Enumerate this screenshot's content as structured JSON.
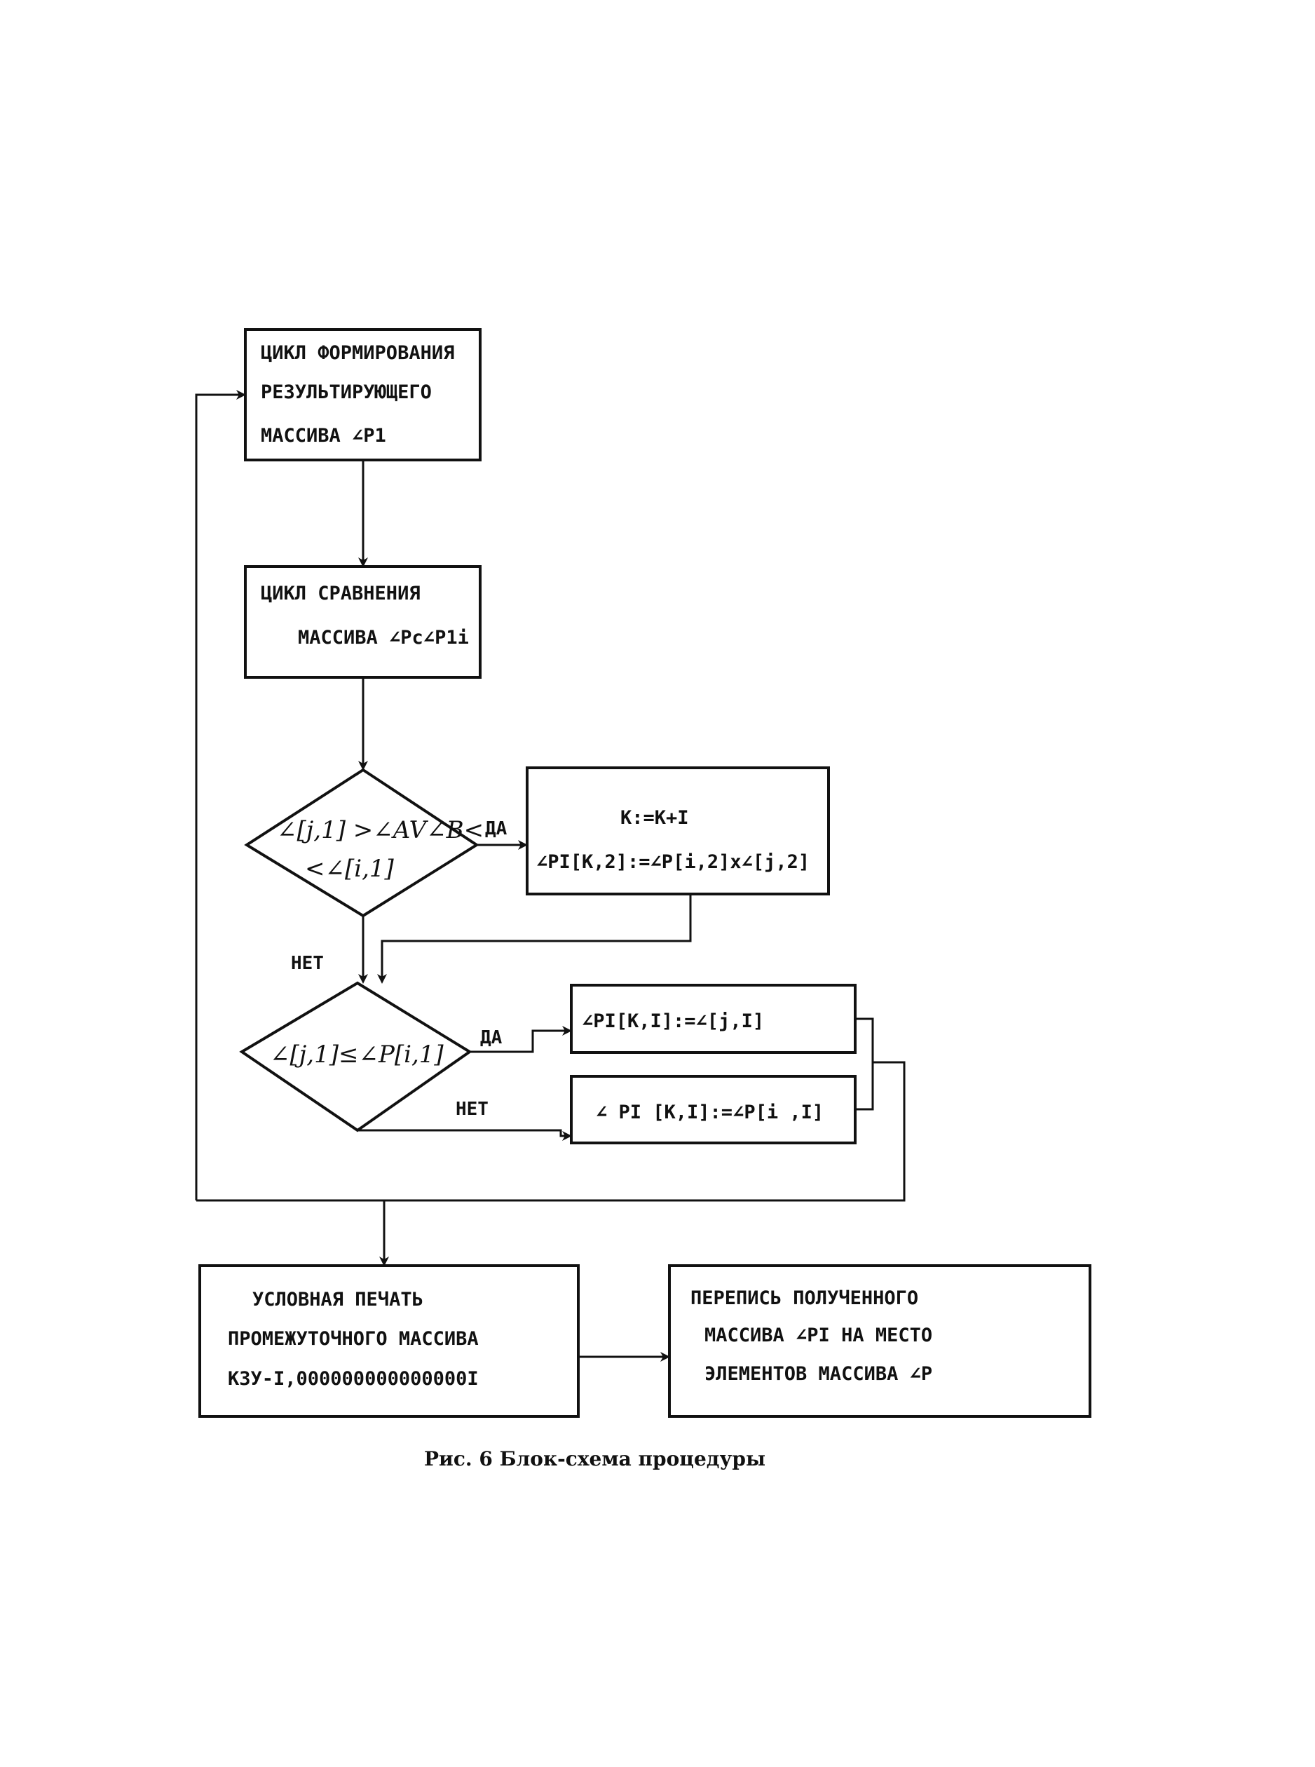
{
  "diagram": {
    "box_form_cycle": {
      "lines": [
        "ЦИКЛ ФОРМИРОВАНИЯ",
        "РЕЗУЛЬТИРУЮЩЕГО",
        "МАССИВА ∠P1"
      ]
    },
    "box_compare_cycle": {
      "lines": [
        "ЦИКЛ СРАВНЕНИЯ",
        "МАССИВА ∠Pс∠P1i"
      ]
    },
    "diamond_1": {
      "lines": [
        "∠[j,1] >∠AV∠B<",
        "<∠[i,1]"
      ]
    },
    "box_assign_k": {
      "lines": [
        "K:=K+I",
        "∠PI[K,2]:=∠P[i,2]x∠[j,2]"
      ]
    },
    "diamond_2": {
      "lines": [
        "∠[j,1]≤∠P[i,1]"
      ]
    },
    "box_assign_yes": {
      "lines": [
        "∠PI[K,I]:=∠[j,I]"
      ]
    },
    "box_assign_no": {
      "lines": [
        "∠ PI [K,I]:=∠P[i ,I]"
      ]
    },
    "box_print": {
      "lines": [
        "УСЛОВНАЯ   ПЕЧАТЬ",
        "ПРОМЕЖУТОЧНОГО МАССИВА",
        "КЗУ-I,000000000000000I"
      ]
    },
    "box_rewrite": {
      "lines": [
        "ПЕРЕПИСЬ    ПОЛУЧЕННОГО",
        "МАССИВА  ∠PI    НА  МЕСТО",
        "ЭЛЕМЕНТОВ  МАССИВА  ∠P"
      ]
    },
    "labels": {
      "yes_1": "ДА",
      "no_1": "НЕТ",
      "yes_2": "ДА",
      "no_2": "НЕТ"
    }
  },
  "caption": "Рис. 6  Блок-схема процедуры"
}
